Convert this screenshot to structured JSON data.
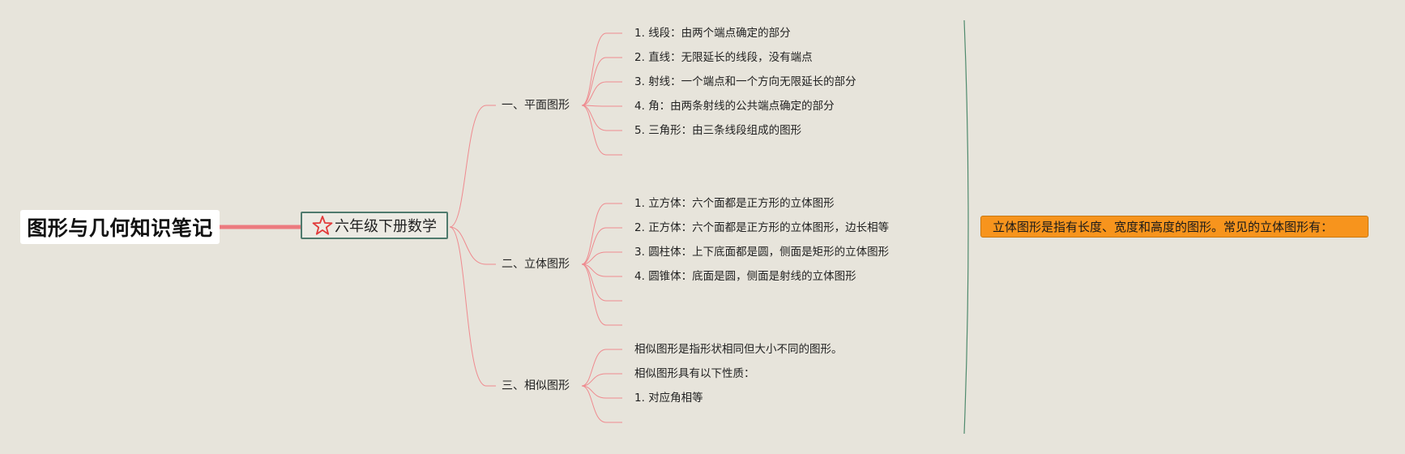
{
  "root": {
    "title": "图形与几何知识笔记"
  },
  "main_topic": {
    "label": "六年级下册数学",
    "icon": "star-icon"
  },
  "branches": [
    {
      "label": "一、平面图形",
      "items": [
        {
          "num": "1.",
          "text": "线段：由两个端点确定的部分"
        },
        {
          "num": "2.",
          "text": "直线：无限延长的线段，没有端点"
        },
        {
          "num": "3.",
          "text": "射线：一个端点和一个方向无限延长的部分"
        },
        {
          "num": "4.",
          "text": "角：由两条射线的公共端点确定的部分"
        },
        {
          "num": "5.",
          "text": "三角形：由三条线段组成的图形"
        },
        {
          "num": "",
          "text": ""
        }
      ]
    },
    {
      "label": "二、立体图形",
      "items": [
        {
          "num": "1.",
          "text": "立方体：六个面都是正方形的立体图形"
        },
        {
          "num": "2.",
          "text": "正方体：六个面都是正方形的立体图形，边长相等"
        },
        {
          "num": "3.",
          "text": "圆柱体：上下底面都是圆，侧面是矩形的立体图形"
        },
        {
          "num": "4.",
          "text": "圆锥体：底面是圆，侧面是射线的立体图形"
        },
        {
          "num": "",
          "text": ""
        },
        {
          "num": "",
          "text": ""
        }
      ]
    },
    {
      "label": "三、相似图形",
      "items": [
        {
          "num": "",
          "text": "相似图形是指形状相同但大小不同的图形。"
        },
        {
          "num": "",
          "text": "相似图形具有以下性质："
        },
        {
          "num": "1.",
          "text": "对应角相等"
        },
        {
          "num": "",
          "text": ""
        }
      ]
    }
  ],
  "summary": {
    "text": "立体图形是指有长度、宽度和高度的图形。常见的立体图形有："
  },
  "colors": {
    "background": "#e7e4db",
    "root_connector": "#ec7a7f",
    "branch_line": "#ef8a8f",
    "main_topic_border": "#4f7a6d",
    "summary_fill": "#f7941d",
    "summary_bracket": "#4f8a6d",
    "star": "#e23a3a"
  }
}
